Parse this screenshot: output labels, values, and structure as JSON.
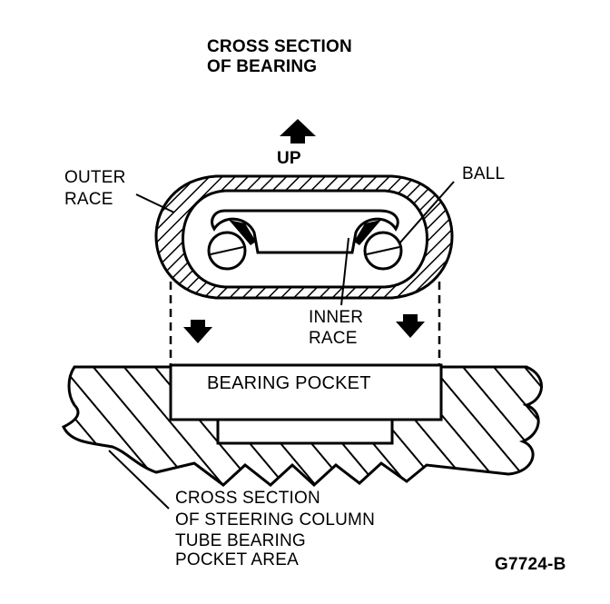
{
  "title": {
    "line1": "CROSS SECTION",
    "line2": "OF BEARING"
  },
  "up_label": "UP",
  "outer_race": {
    "line1": "OUTER",
    "line2": "RACE"
  },
  "ball_label": "BALL",
  "inner_race": {
    "line1": "INNER",
    "line2": "RACE"
  },
  "pocket_label": "BEARING POCKET",
  "tube_label": {
    "line1": "CROSS SECTION",
    "line2": "OF STEERING COLUMN",
    "line3": "TUBE BEARING",
    "line4": "POCKET AREA"
  },
  "figure_code": "G7724-B",
  "icons": [
    "up-arrow-icon",
    "down-arrow-icon"
  ]
}
